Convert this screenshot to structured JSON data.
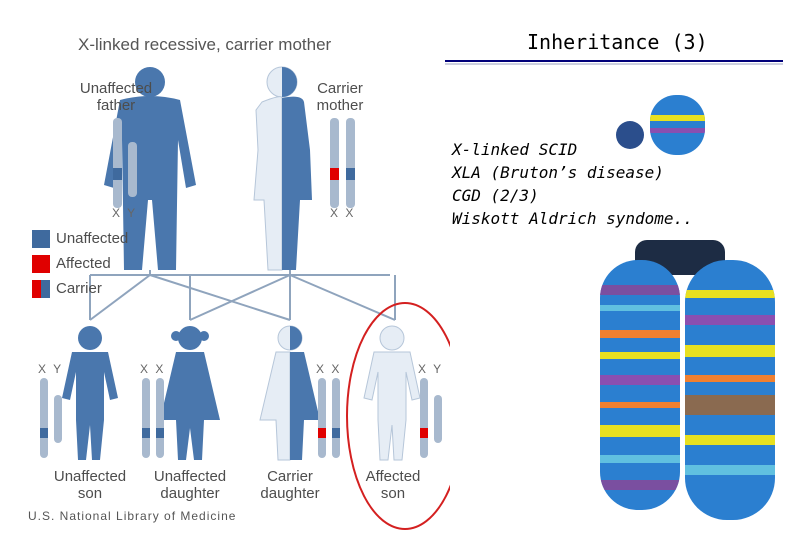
{
  "diagram": {
    "title": "X-linked recessive, carrier mother",
    "parents": [
      {
        "label": "Unaffected\nfather",
        "chromosomes": "X Y"
      },
      {
        "label": "Carrier\nmother",
        "chromosomes": "X X"
      }
    ],
    "legend": [
      {
        "label": "Unaffected",
        "color": "#3f6a9e"
      },
      {
        "label": "Affected",
        "color": "#e00000"
      },
      {
        "label": "Carrier",
        "color": "#3f6a9e"
      }
    ],
    "children": [
      {
        "label": "Unaffected\nson",
        "chromosomes": "X Y"
      },
      {
        "label": "Unaffected\ndaughter",
        "chromosomes": "X X"
      },
      {
        "label": "Carrier\ndaughter",
        "chromosomes": "X X"
      },
      {
        "label": "Affected\nson",
        "chromosomes": "X Y"
      }
    ],
    "credit": "U.S. National Library of Medicine",
    "colors": {
      "figure_blue": "#4a77ad",
      "figure_light": "#e6edf5",
      "highlight": "#d42020",
      "line": "#8fa4bd"
    }
  },
  "slide": {
    "title": "Inheritance (3)",
    "bullets": [
      "X-linked SCID",
      "XLA (Bruton’s disease)",
      "CGD (2/3)",
      "Wiskott Aldrich syndome.."
    ]
  }
}
